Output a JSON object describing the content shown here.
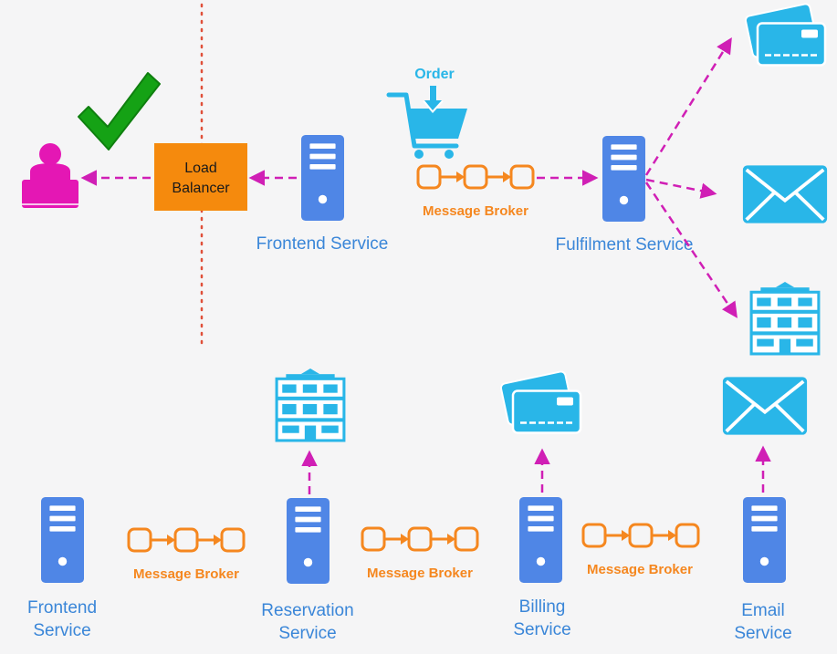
{
  "load_balancer": {
    "line1": "Load",
    "line2": "Balancer"
  },
  "order_label": "Order",
  "top": {
    "frontend_label": "Frontend Service",
    "broker_label": "Message Broker",
    "fulfilment_label": "Fulfilment Service"
  },
  "bottom": {
    "frontend_line1": "Frontend",
    "frontend_line2": "Service",
    "reservation_line1": "Reservation",
    "reservation_line2": "Service",
    "billing_line1": "Billing",
    "billing_line2": "Service",
    "email_line1": "Email",
    "email_line2": "Service",
    "broker1_label": "Message Broker",
    "broker2_label": "Message Broker",
    "broker3_label": "Message Broker"
  },
  "icons": {
    "user": "user-laptop-icon",
    "check": "checkmark-icon",
    "server": "server-icon",
    "cart": "shopping-cart-icon",
    "card": "credit-card-icon",
    "mail": "envelope-icon",
    "building": "building-icon"
  },
  "colors": {
    "server": "#4f86e6",
    "broker": "#f5871f",
    "arrow": "#d01fb5",
    "user": "#e417b4",
    "check": "#15a215",
    "load_balancer": "#f58a0d",
    "label": "#3a86d8",
    "icon": "#29b6e8"
  }
}
